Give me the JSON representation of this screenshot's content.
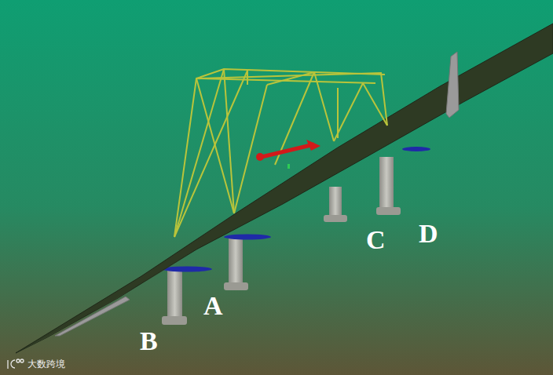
{
  "diagram": {
    "labels": [
      "A",
      "B",
      "C",
      "D",
      "大数跨境"
    ]
  }
}
